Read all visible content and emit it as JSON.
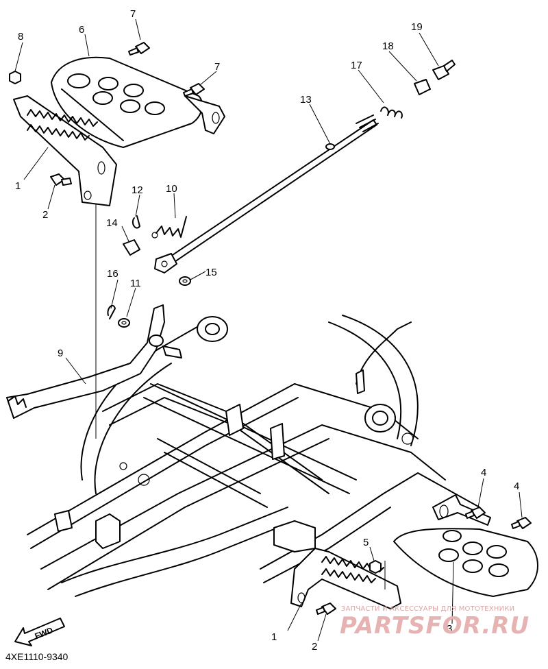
{
  "diagram": {
    "drawing_code": "4XE1110-9340",
    "direction_label": "FWD",
    "callouts": [
      {
        "id": "c1a",
        "label": "1"
      },
      {
        "id": "c1b",
        "label": "1"
      },
      {
        "id": "c2a",
        "label": "2"
      },
      {
        "id": "c2b",
        "label": "2"
      },
      {
        "id": "c3",
        "label": "3"
      },
      {
        "id": "c4a",
        "label": "4"
      },
      {
        "id": "c4b",
        "label": "4"
      },
      {
        "id": "c5",
        "label": "5"
      },
      {
        "id": "c6",
        "label": "6"
      },
      {
        "id": "c7a",
        "label": "7"
      },
      {
        "id": "c7b",
        "label": "7"
      },
      {
        "id": "c8",
        "label": "8"
      },
      {
        "id": "c9",
        "label": "9"
      },
      {
        "id": "c10",
        "label": "10"
      },
      {
        "id": "c11",
        "label": "11"
      },
      {
        "id": "c12",
        "label": "12"
      },
      {
        "id": "c13",
        "label": "13"
      },
      {
        "id": "c14",
        "label": "14"
      },
      {
        "id": "c15",
        "label": "15"
      },
      {
        "id": "c16",
        "label": "16"
      },
      {
        "id": "c17",
        "label": "17"
      },
      {
        "id": "c18",
        "label": "18"
      },
      {
        "id": "c19",
        "label": "19"
      }
    ]
  },
  "watermark": {
    "tagline": "ЗАПЧАСТИ И АКСЕССУАРЫ ДЛЯ МОТОТЕХНИКИ",
    "logo": "PARTSFOR.RU",
    "color": "#e7b2b2"
  }
}
